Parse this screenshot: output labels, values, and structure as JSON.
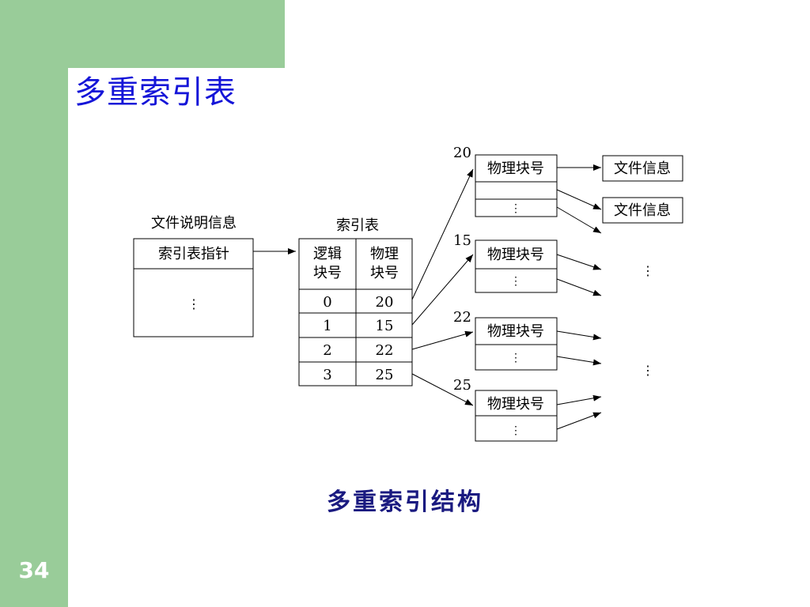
{
  "slide": {
    "title": "多重索引表",
    "caption": "多重索引结构",
    "page_number": "34"
  },
  "colors": {
    "sidebar": "#99cc99",
    "title": "#1515d8",
    "caption": "#1a1a80"
  },
  "diagram": {
    "file_info": {
      "label": "文件说明信息",
      "row": "索引表指针",
      "dots": "⋮"
    },
    "index_table": {
      "label": "索引表",
      "headers": [
        "逻辑\n块号",
        "物理\n块号"
      ],
      "rows": [
        [
          "0",
          "20"
        ],
        [
          "1",
          "15"
        ],
        [
          "2",
          "22"
        ],
        [
          "3",
          "25"
        ]
      ]
    },
    "blocks": [
      {
        "num": "20",
        "head": "物理块号",
        "dots": "⋮"
      },
      {
        "num": "15",
        "head": "物理块号",
        "dots": "⋮"
      },
      {
        "num": "22",
        "head": "物理块号",
        "dots": "⋮"
      },
      {
        "num": "25",
        "head": "物理块号",
        "dots": "⋮"
      }
    ],
    "targets": [
      "文件信息",
      "文件信息"
    ],
    "ellipsis": "⋮"
  }
}
